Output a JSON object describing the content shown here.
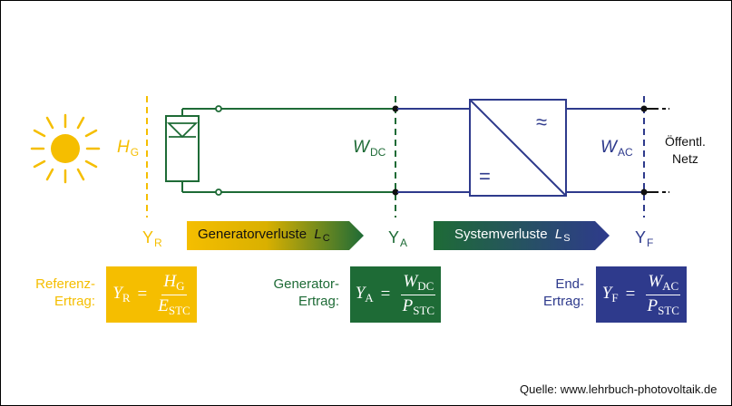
{
  "labels": {
    "hg": {
      "main": "H",
      "sub": "G"
    },
    "wdc": {
      "main": "W",
      "sub": "DC"
    },
    "wac": {
      "main": "W",
      "sub": "AC"
    },
    "yr": {
      "main": "Y",
      "sub": "R"
    },
    "ya": {
      "main": "Y",
      "sub": "A"
    },
    "yf": {
      "main": "Y",
      "sub": "F"
    },
    "grid_line1": "Öffentl.",
    "grid_line2": "Netz",
    "inverter_ac": "≈",
    "inverter_dc": "="
  },
  "arrows": {
    "generator_loss": {
      "text": "Generatorverluste",
      "sym": "L",
      "sub": "C"
    },
    "system_loss": {
      "text": "Systemverluste",
      "sym": "L",
      "sub": "S"
    }
  },
  "yields": {
    "reference": {
      "line1": "Referenz-",
      "line2": "Ertrag:",
      "lhs": "Y",
      "lhs_sub": "R",
      "num": "H",
      "num_sub": "G",
      "den": "E",
      "den_sub": "STC"
    },
    "generator": {
      "line1": "Generator-",
      "line2": "Ertrag:",
      "lhs": "Y",
      "lhs_sub": "A",
      "num": "W",
      "num_sub": "DC",
      "den": "P",
      "den_sub": "STC"
    },
    "final": {
      "line1": "End-",
      "line2": "Ertrag:",
      "lhs": "Y",
      "lhs_sub": "F",
      "num": "W",
      "num_sub": "AC",
      "den": "P",
      "den_sub": "STC"
    }
  },
  "source": "Quelle: www.lehrbuch-photovoltaik.de",
  "colors": {
    "yellow": "#F5BE00",
    "green": "#1E6B36",
    "blue": "#2E3A8C"
  },
  "icons": [
    "sun-icon",
    "pv-module-icon",
    "inverter-icon"
  ]
}
